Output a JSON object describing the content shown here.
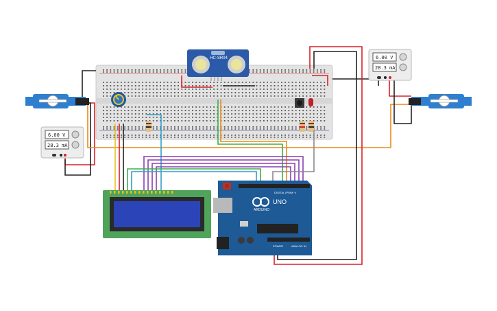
{
  "supply_left": {
    "voltage": "6.00 V",
    "current": "28.3 mA"
  },
  "supply_right": {
    "voltage": "6.00 V",
    "current": "28.3 mA"
  },
  "sensor": {
    "model": "HC-SR04"
  },
  "arduino": {
    "brand": "ARDUINO",
    "model": "UNO",
    "digital_label": "DIGITAL (PWM ~)",
    "power_label": "POWER",
    "analog_label": "ANALOG IN"
  },
  "colors": {
    "breadboard": "#e3e3e3",
    "arduino_blue": "#1d5a96",
    "lcd_green": "#4fa35a",
    "lcd_screen": "#2b45b8",
    "servo_blue": "#2f7fd1",
    "wire_red": "#d8202a",
    "wire_black": "#222222",
    "wire_orange": "#e88a1a",
    "wire_purple": "#8a3fb0",
    "wire_green": "#3fae4b",
    "wire_teal": "#2ea0c8",
    "wire_gray": "#8a8a8a"
  }
}
